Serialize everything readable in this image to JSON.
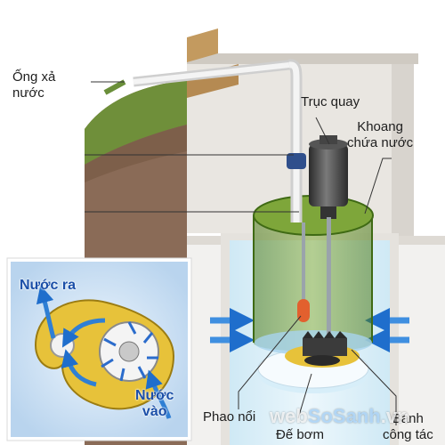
{
  "labels": {
    "discharge_pipe": [
      "Ống xả",
      "nước"
    ],
    "rotation_shaft": "Trục quay",
    "water_chamber": [
      "Khoang",
      "chứa nước"
    ],
    "water_out": "Nước ra",
    "water_in": [
      "Nước",
      "vào"
    ],
    "float_switch": "Phao nổi",
    "pump_base": "Đế bơm",
    "impeller": [
      "Bánh",
      "công tác"
    ]
  },
  "watermark": {
    "prefix": "web",
    "accent": "SoSanh",
    "suffix": ".vn"
  },
  "colors": {
    "ground_grass": "#6f8f3a",
    "soil": "#8c6a55",
    "wall": "#eceae6",
    "tank_green": "#5c8a1f",
    "water_blue": "#8fd0f0",
    "arrow_blue": "#2f7fd4",
    "volute_yellow": "#e7c23a",
    "motor_dark": "#3a3a3a"
  }
}
